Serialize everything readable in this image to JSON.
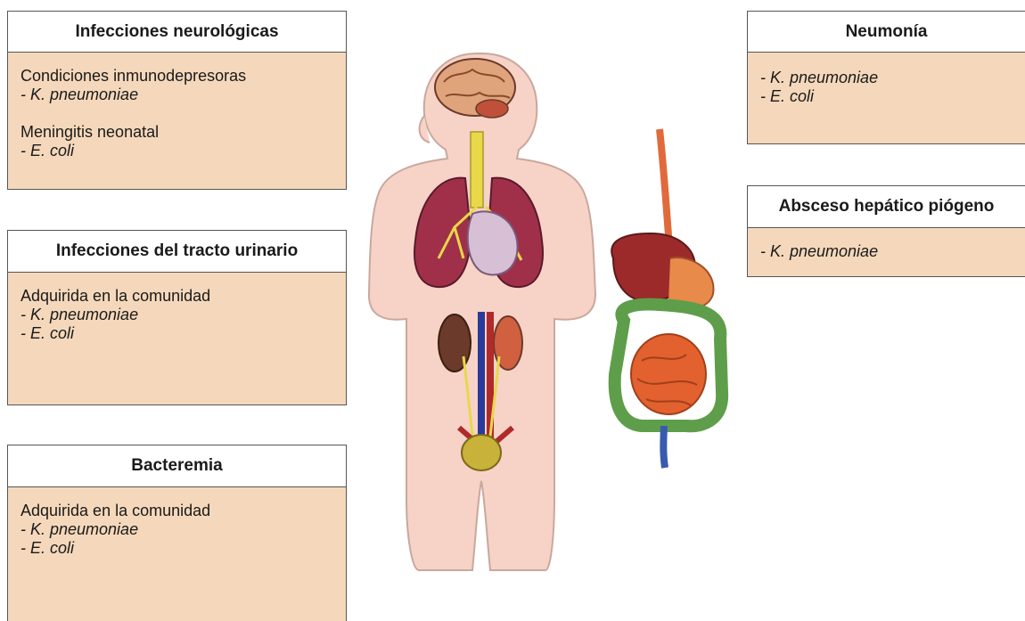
{
  "boxes": {
    "neuro": {
      "title": "Infecciones neurológicas",
      "group1_label": "Condiciones inmunodepresoras",
      "group1_item1": "- K. pneumoniae",
      "group2_label": "Meningitis neonatal",
      "group2_item1": "- E. coli"
    },
    "urinary": {
      "title": "Infecciones del tracto urinario",
      "label": "Adquirida en la comunidad",
      "item1": "- K. pneumoniae",
      "item2": "- E. coli"
    },
    "bacteremia": {
      "title": "Bacteremia",
      "label": "Adquirida en la comunidad",
      "item1": "- K. pneumoniae",
      "item2": "- E. coli"
    },
    "pneumonia": {
      "title": "Neumonía",
      "item1": "- K. pneumoniae",
      "item2": "- E. coli"
    },
    "liver": {
      "title": "Absceso hepático piógeno",
      "item1": "- K. pneumoniae"
    }
  },
  "colors": {
    "box_fill": "#f5d8bb",
    "header_fill": "#ffffff",
    "skin": "#f7d2c7",
    "brain": "#e0a47c",
    "lungs": "#a0304a",
    "heart": "#d7bfd6",
    "trachea": "#e8d84a",
    "liver": "#9c2a2a",
    "intestine": "#e3612f",
    "colon": "#5e9e4a",
    "esophagus": "#e06a3c",
    "kidney": "#6b3a2a",
    "bladder": "#c9b23a"
  }
}
